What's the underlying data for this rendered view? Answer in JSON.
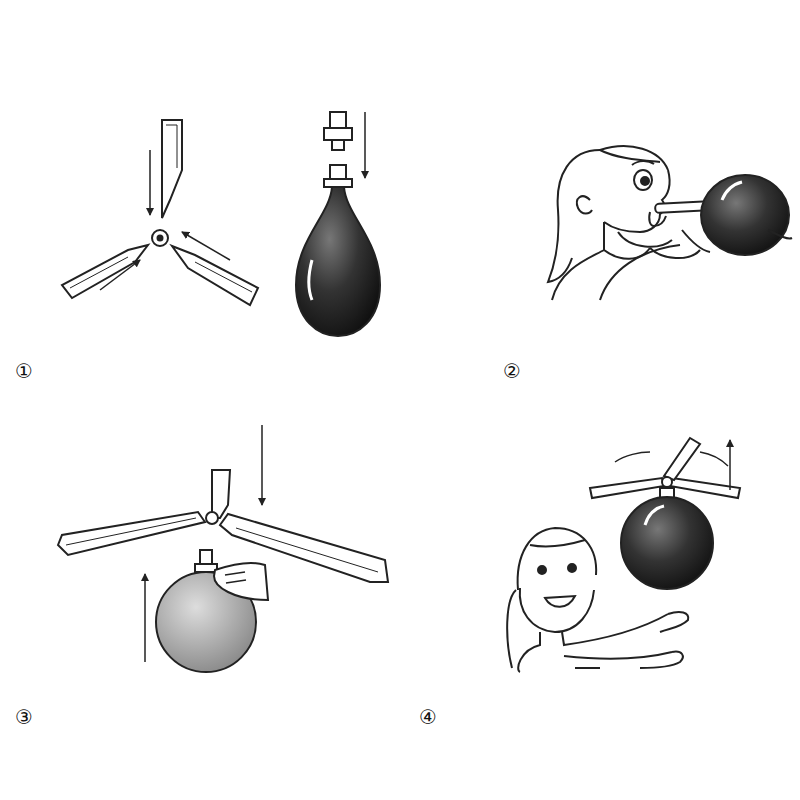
{
  "diagram": {
    "labels": [
      "①",
      "②",
      "③",
      "④"
    ]
  }
}
